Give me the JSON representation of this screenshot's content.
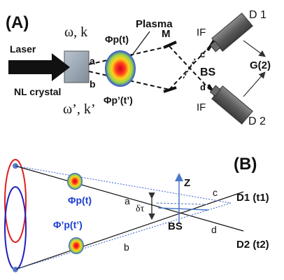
{
  "panel_a": {
    "label": "(A)",
    "laser": "Laser",
    "nl_crystal": "NL crystal",
    "omega_k": "ω, k",
    "omega_k_prime": "ω’, k’",
    "plasma": "Plasma",
    "phi_p_t": "Φp(t)",
    "phi_p_t_prime": "Φp’(t’)",
    "mirror": "M",
    "beam_a": "a",
    "beam_b": "b",
    "beam_c": "c",
    "beam_d": "d",
    "bs": "BS",
    "if_top": "IF",
    "if_bottom": "IF",
    "detector_1": "D 1",
    "detector_2": "D 2",
    "g2": "G(2)"
  },
  "panel_b": {
    "label": "(B)",
    "phi_p_t": "Φp(t)",
    "phi_prime_p_t_prime": "Φ’p(t’)",
    "beam_a": "a",
    "beam_b": "b",
    "beam_c": "c",
    "beam_d": "d",
    "delta_tau": "δτ",
    "z_axis": "Z",
    "bs": "BS",
    "d1": "D1 (t1)",
    "d2": "D2 (t2)"
  },
  "colors": {
    "ring_top": "#e02020",
    "ring_bottom": "#2020c0",
    "dot": "#5b7fc6",
    "label_blue": "#1c3fd1",
    "dotted_line": "#3a5fd0"
  }
}
